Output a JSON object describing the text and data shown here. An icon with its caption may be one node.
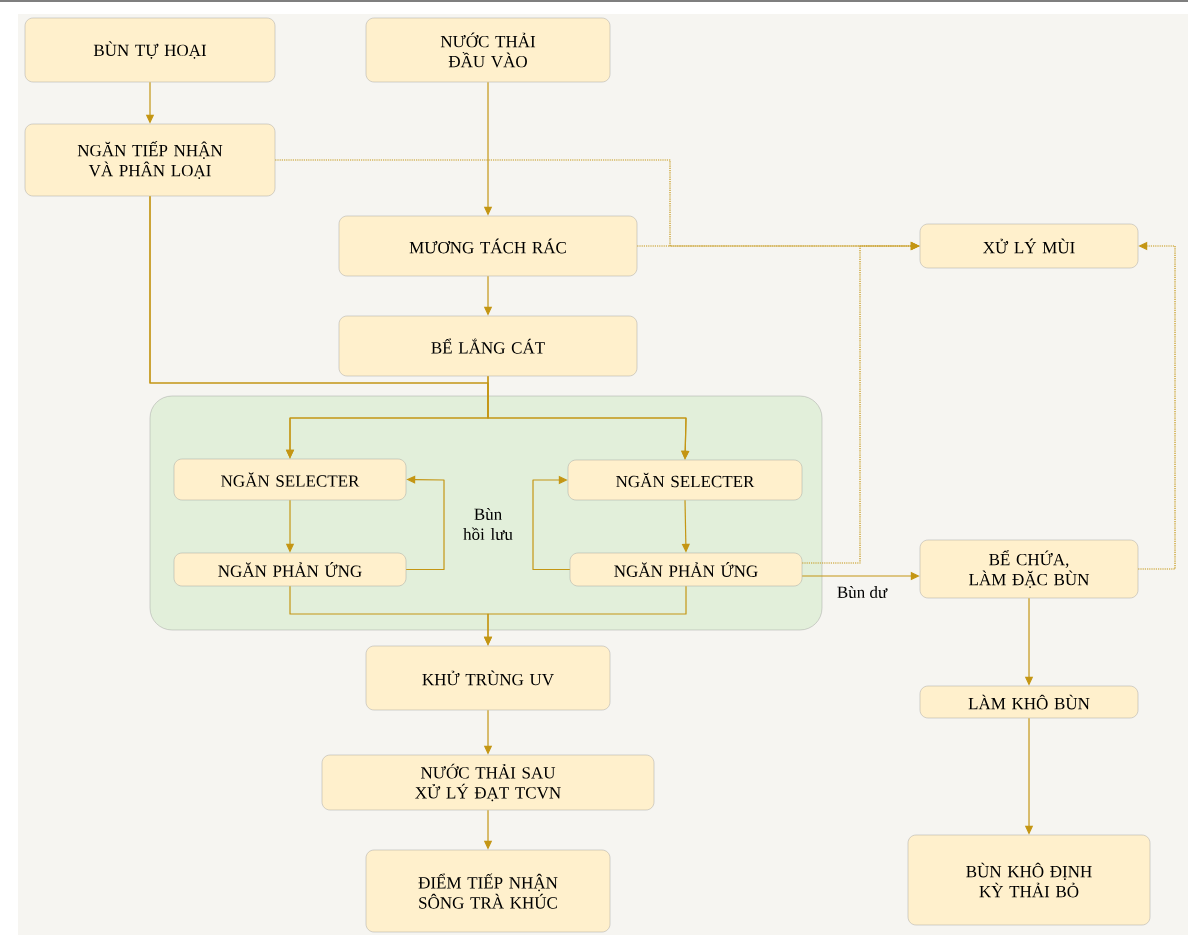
{
  "diagram": {
    "nodes": [
      {
        "text": [
          "BÙN TỰ HOẠI"
        ]
      },
      {
        "text": [
          "NƯỚC THẢI ĐẦU VÀO"
        ]
      },
      {
        "text": [
          "NGĂN TIẾP NHẬN VÀ PHÂN LOẠI"
        ]
      },
      {
        "text": [
          "MƯƠNG TÁCH RÁC"
        ]
      },
      {
        "text": [
          "XỬ LÝ MÙI"
        ]
      },
      {
        "text": [
          "BỂ LẮNG CÁT"
        ]
      },
      {
        "text": [],
        "shape": "box"
      },
      {
        "text": [
          "NGĂN SELECTER"
        ],
        "in": 6
      },
      {
        "text": [
          "NGĂN SELECTER"
        ],
        "in": 6
      },
      {
        "text": [
          "NGĂN PHẢN ỨNG"
        ],
        "in": 6
      },
      {
        "text": [
          "NGĂN PHẢN ỨNG"
        ],
        "in": 6
      },
      {
        "text": [
          "BỂ CHỨA, LÀM ĐẶC BÙN"
        ]
      },
      {
        "text": [
          "KHỬ TRÙNG UV"
        ]
      },
      {
        "text": [
          "LÀM KHÔ BÙN"
        ]
      },
      {
        "text": [
          "NƯỚC THẢI SAU XỬ LÝ ĐẠT TCVN"
        ]
      },
      {
        "text": [
          "ĐIỂM TIẾP NHẬN SÔNG TRÀ KHÚC"
        ]
      },
      {
        "text": [
          "BÙN KHÔ ĐỊNH KỲ THẢI BỎ"
        ]
      }
    ],
    "edges": [
      {
        "from": 0,
        "to": 2,
        "arrow": "to"
      },
      {
        "from": 1,
        "to": 3,
        "arrow": "to"
      },
      {
        "from": 3,
        "to": 5,
        "arrow": "to"
      },
      {
        "from": 2,
        "to": 7,
        "arrow": "to"
      },
      {
        "from": 2,
        "to": 8,
        "arrow": "to"
      },
      {
        "from": 5,
        "to": 7,
        "arrow": "to"
      },
      {
        "from": 5,
        "to": 8,
        "arrow": "to"
      },
      {
        "from": 7,
        "to": 9,
        "arrow": "to"
      },
      {
        "from": 8,
        "to": 10,
        "arrow": "to"
      },
      {
        "from": 9,
        "to": 7,
        "arrow": "to"
      },
      {
        "from": 10,
        "to": 8,
        "arrow": "to"
      },
      {
        "from": 9,
        "to": 12,
        "arrow": "to"
      },
      {
        "from": 10,
        "to": 12,
        "arrow": "to"
      },
      {
        "from": 10,
        "to": 11,
        "arrow": "to",
        "label": "Bùn dư"
      },
      {
        "from": 10,
        "to": 4,
        "arrow": "to",
        "style": "dashed"
      },
      {
        "from": 3,
        "to": 4,
        "arrow": "to",
        "style": "dashed"
      },
      {
        "from": 2,
        "to": 4,
        "arrow": "to",
        "style": "dashed"
      },
      {
        "from": 11,
        "to": 4,
        "arrow": "to",
        "style": "dashed"
      },
      {
        "from": 11,
        "to": 13,
        "arrow": "to"
      },
      {
        "from": 13,
        "to": 16,
        "arrow": "to"
      },
      {
        "from": 12,
        "to": 14,
        "arrow": "to"
      },
      {
        "from": 14,
        "to": 15,
        "arrow": "to"
      }
    ],
    "labels": [
      "Bùn hồi lưu"
    ]
  }
}
